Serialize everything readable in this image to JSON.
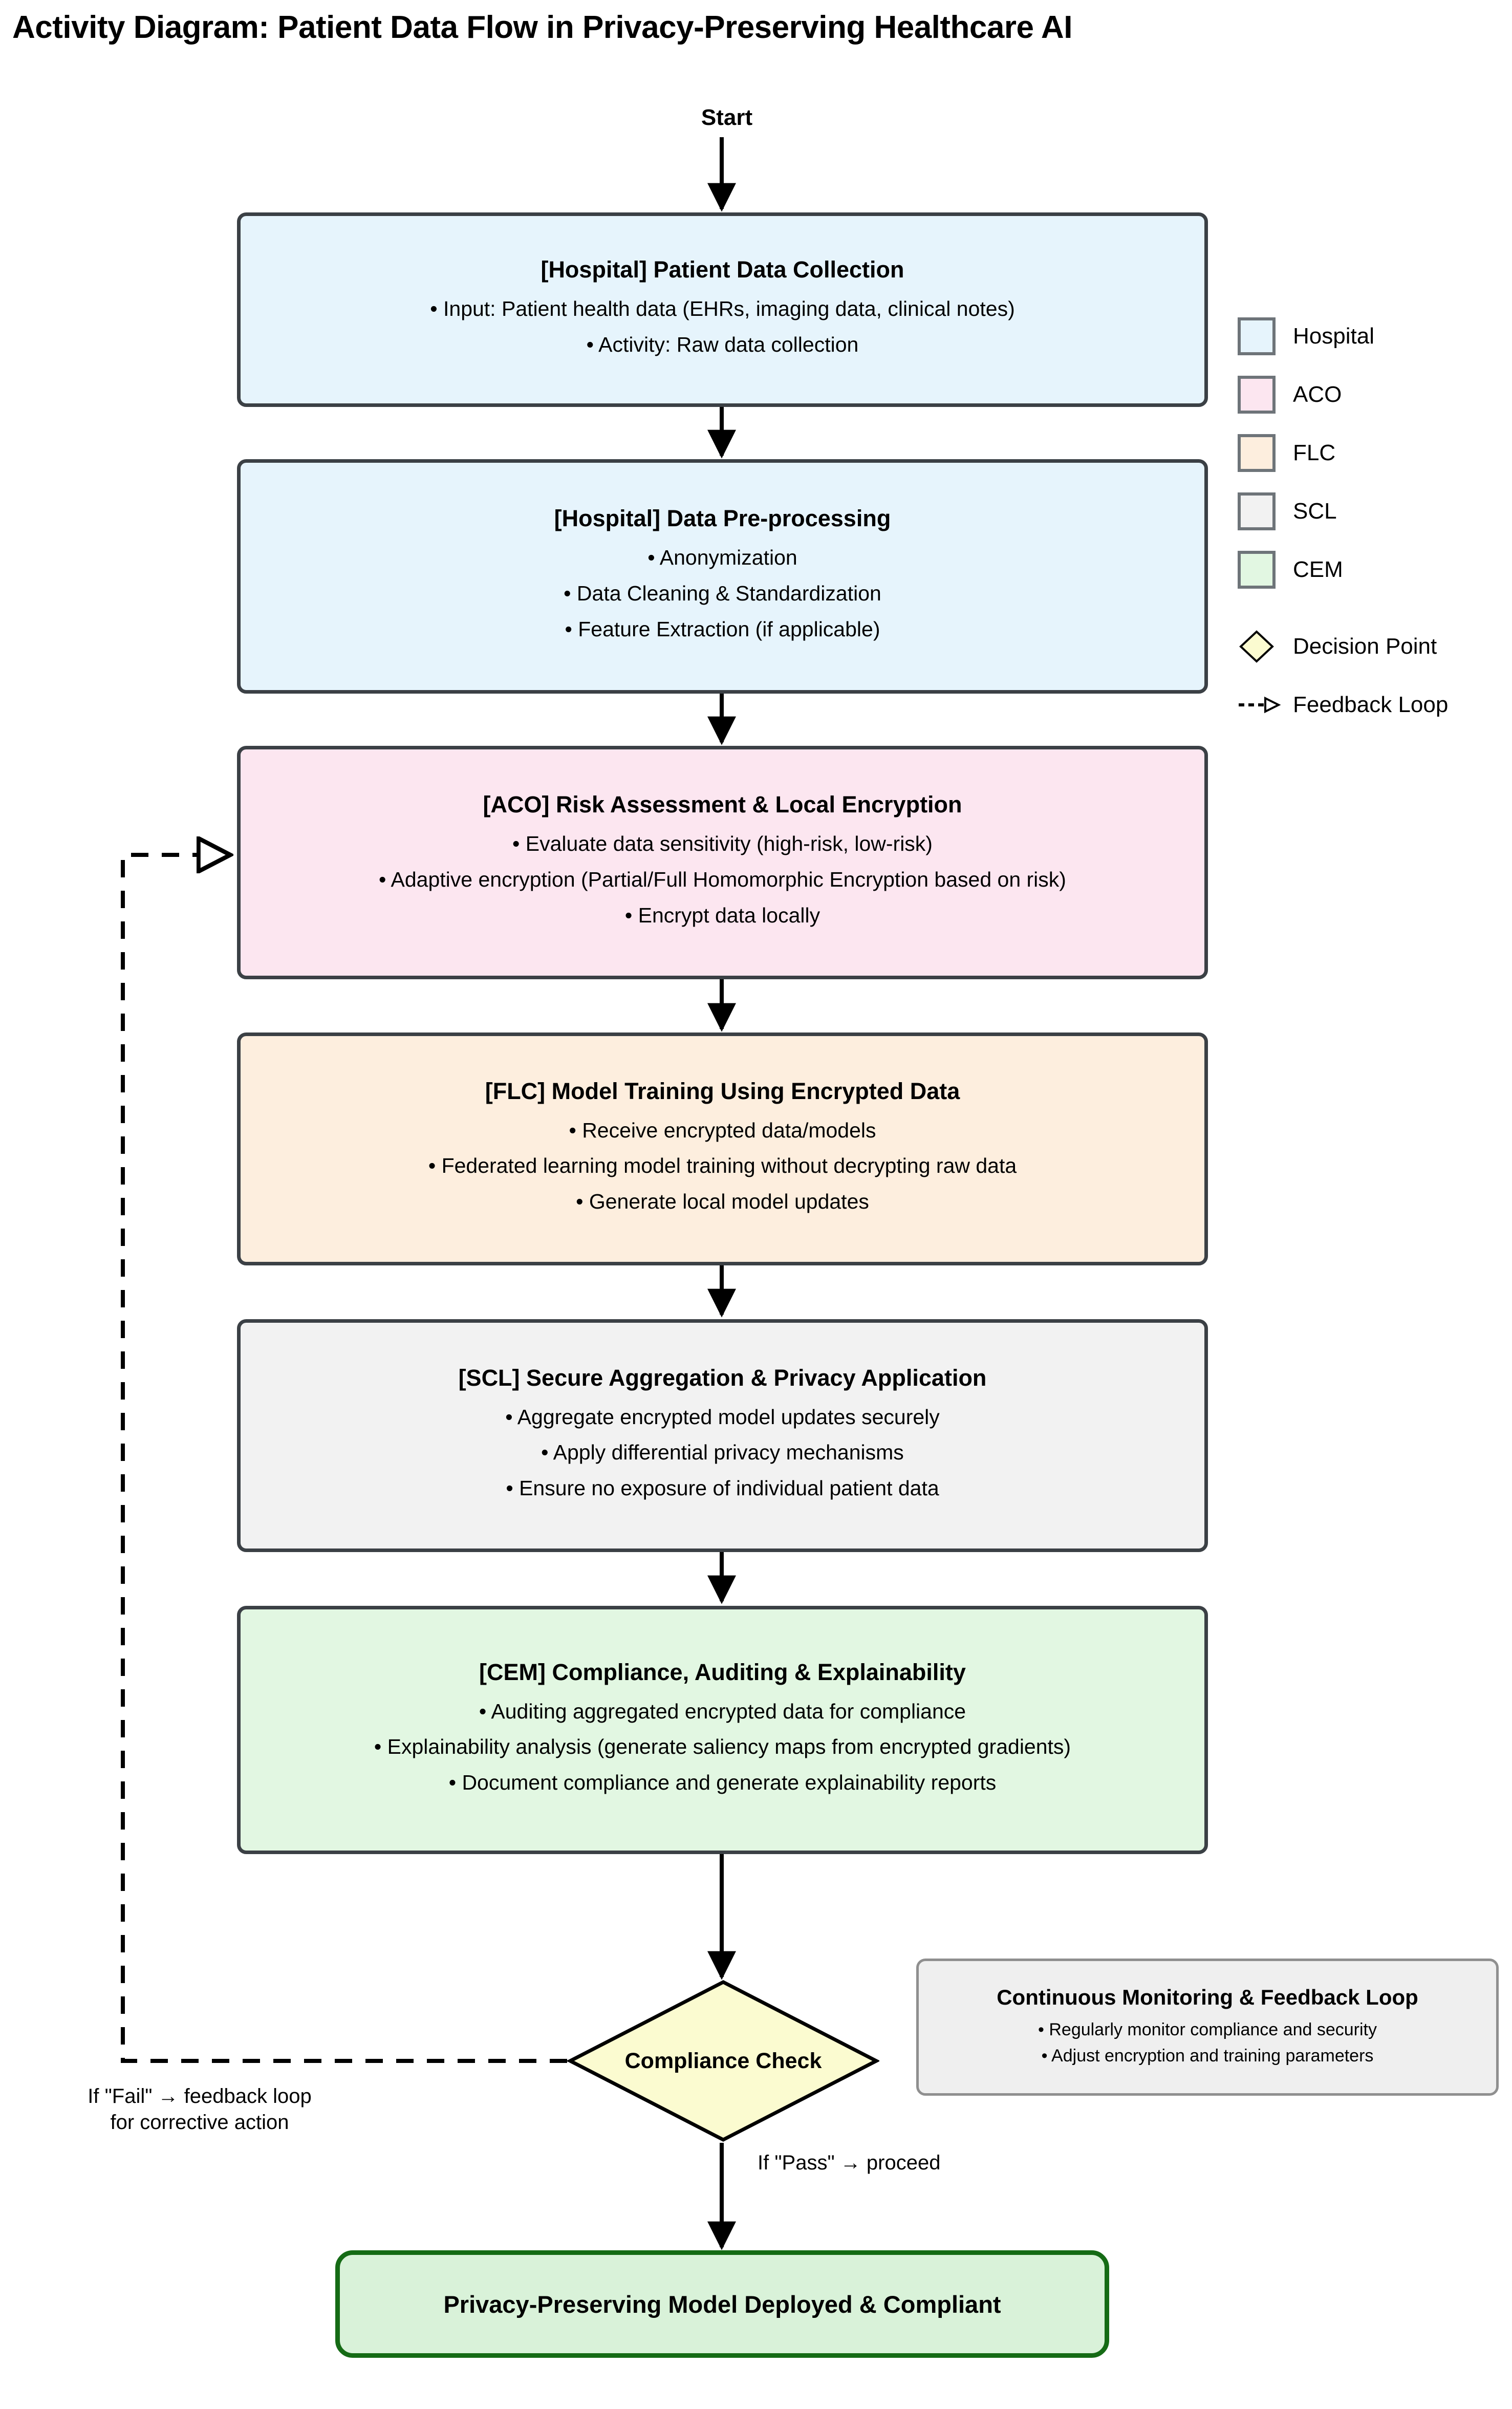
{
  "title": "Activity Diagram: Patient Data Flow in Privacy-Preserving Healthcare AI",
  "start_label": "Start",
  "colors": {
    "hospital": "#e6f4fc",
    "aco": "#fce6f0",
    "flc": "#fdeede",
    "scl": "#f2f2f2",
    "cem": "#e2f7e2",
    "decision": "#fbfbd0",
    "terminal_fill": "#d9f2d9",
    "terminal_border": "#156b15",
    "node_border": "#3b4045",
    "note_fill": "#efefef",
    "note_border": "#8f8f8f"
  },
  "nodes": [
    {
      "id": "patient-data-collection",
      "swimlane": "hospital",
      "title": "[Hospital] Patient Data Collection",
      "bullets": [
        "• Input: Patient health data (EHRs, imaging data, clinical notes)",
        "• Activity: Raw data collection"
      ]
    },
    {
      "id": "data-pre-processing",
      "swimlane": "hospital",
      "title": "[Hospital] Data Pre-processing",
      "bullets": [
        "• Anonymization",
        "• Data Cleaning & Standardization",
        "• Feature Extraction (if applicable)"
      ]
    },
    {
      "id": "risk-assessment-local-encryption",
      "swimlane": "aco",
      "title": "[ACO] Risk Assessment & Local Encryption",
      "bullets": [
        "• Evaluate data sensitivity (high-risk, low-risk)",
        "• Adaptive encryption (Partial/Full Homomorphic Encryption based on risk)",
        "• Encrypt data locally"
      ]
    },
    {
      "id": "model-training-encrypted-data",
      "swimlane": "flc",
      "title": "[FLC] Model Training Using Encrypted Data",
      "bullets": [
        "• Receive encrypted data/models",
        "• Federated learning model training without decrypting raw data",
        "• Generate local model updates"
      ]
    },
    {
      "id": "secure-aggregation-privacy-application",
      "swimlane": "scl",
      "title": "[SCL] Secure Aggregation & Privacy Application",
      "bullets": [
        "• Aggregate encrypted model updates securely",
        "• Apply differential privacy mechanisms",
        "• Ensure no exposure of individual patient data"
      ]
    },
    {
      "id": "compliance-auditing-explainability",
      "swimlane": "cem",
      "title": "[CEM] Compliance, Auditing & Explainability",
      "bullets": [
        "• Auditing aggregated encrypted data for compliance",
        "• Explainability analysis (generate saliency maps from encrypted gradients)",
        "• Document compliance and generate explainability reports"
      ]
    }
  ],
  "decision": {
    "label": "Compliance Check"
  },
  "monitor_note": {
    "title": "Continuous Monitoring & Feedback Loop",
    "bullets": [
      "• Regularly monitor compliance and security",
      "• Adjust encryption and training parameters"
    ]
  },
  "edge_labels": {
    "fail": "If \"Fail\" → feedback loop\nfor corrective action",
    "fail_line1": "If \"Fail\" → feedback loop",
    "fail_line2": "for corrective action",
    "pass": "If \"Pass\" → proceed"
  },
  "terminal": {
    "label": "Privacy-Preserving Model Deployed & Compliant"
  },
  "legend": {
    "swatches": [
      {
        "name": "hospital",
        "label": "Hospital",
        "color": "#e6f4fc"
      },
      {
        "name": "aco",
        "label": "ACO",
        "color": "#fce6f0"
      },
      {
        "name": "flc",
        "label": "FLC",
        "color": "#fdeede"
      },
      {
        "name": "scl",
        "label": "SCL",
        "color": "#f2f2f2"
      },
      {
        "name": "cem",
        "label": "CEM",
        "color": "#e2f7e2"
      }
    ],
    "decision_label": "Decision Point",
    "feedback_label": "Feedback Loop"
  }
}
